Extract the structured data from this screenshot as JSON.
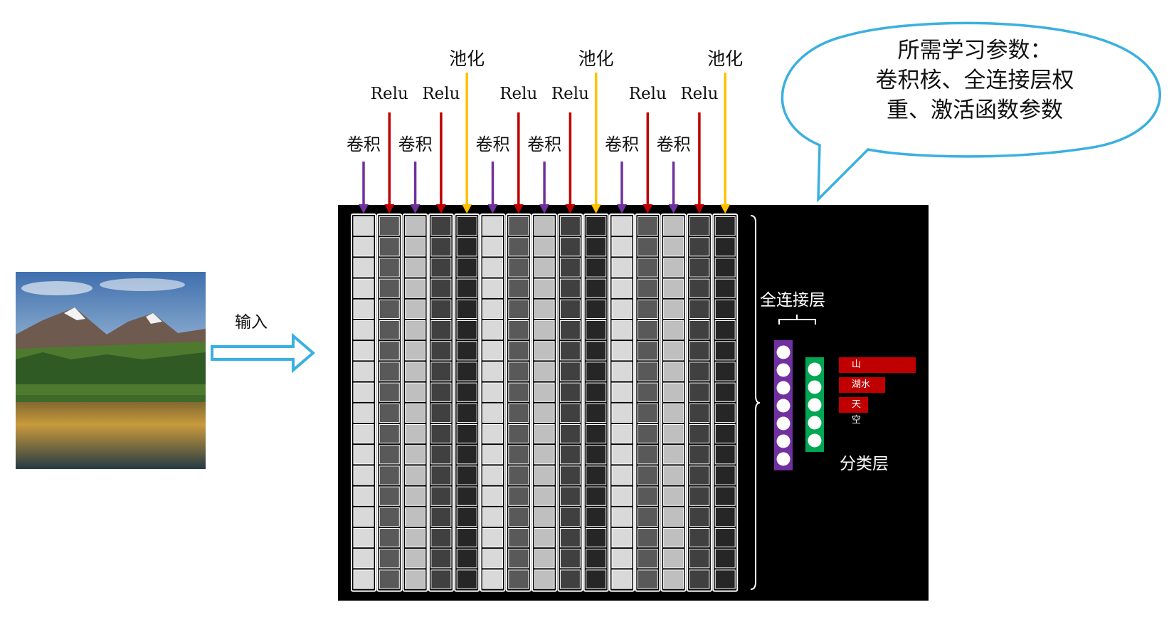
{
  "labels": {
    "input": "输入",
    "conv": "卷积",
    "relu": "Relu",
    "pool": "池化",
    "fc": "全连接层",
    "cls": "分类层"
  },
  "bubble": {
    "lines": [
      "所需学习参数：",
      "卷积核、全连接层权",
      "重、激活函数参数"
    ]
  },
  "layers": [
    "conv",
    "relu",
    "conv",
    "relu",
    "pool",
    "conv",
    "relu",
    "conv",
    "relu",
    "pool",
    "conv",
    "relu",
    "conv",
    "relu",
    "pool"
  ],
  "outputs": [
    {
      "label": "山",
      "score": 1.0
    },
    {
      "label": "湖水",
      "score": 0.6
    },
    {
      "label": "天空",
      "score": 0.38
    }
  ],
  "colors": {
    "conv_arrow": "#7030a0",
    "relu_arrow": "#c00000",
    "pool_arrow": "#ffc000",
    "input_arrow": "#3ab0e0",
    "bubble_border": "#3ab0e0",
    "fc_purple": "#7030a0",
    "fc_green": "#00a651",
    "output_bar": "#c00000"
  }
}
